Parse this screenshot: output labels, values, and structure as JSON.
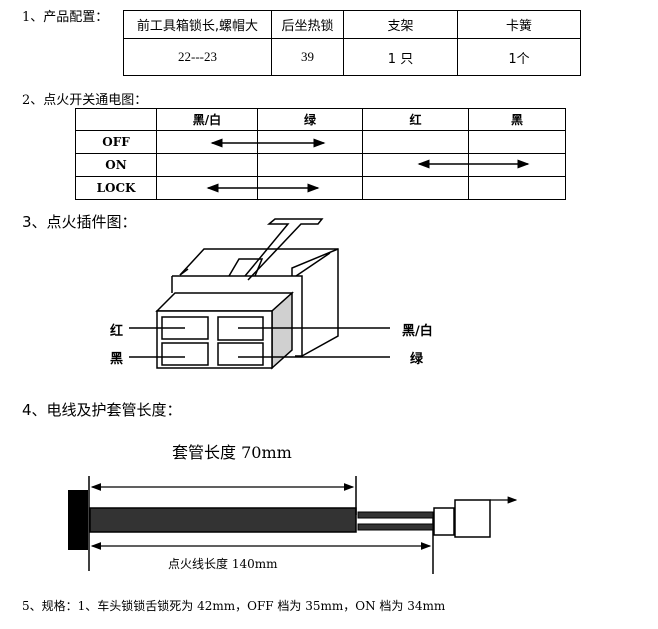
{
  "section1": {
    "title": "1、产品配置：",
    "headers": [
      "前工具箱锁长,螺帽大",
      "后坐热锁",
      "支架",
      "卡簧"
    ],
    "values": [
      "22---23",
      "39",
      "1 只",
      "1个"
    ]
  },
  "section2": {
    "title": "2、点火开关通电图：",
    "headers": [
      "",
      "黑/白",
      "绿",
      "红",
      "黑"
    ],
    "rows": [
      {
        "label": "OFF",
        "from": 1,
        "to": 2
      },
      {
        "label": "ON",
        "from": 3,
        "to": 4
      },
      {
        "label": "LOCK",
        "from": 1,
        "to": 2
      }
    ]
  },
  "section3": {
    "title": "3、点火插件图：",
    "left_labels": [
      "红",
      "黑"
    ],
    "right_labels": [
      "黑/白",
      "绿"
    ]
  },
  "section4": {
    "title": "4、电线及护套管长度：",
    "sleeve_label": "套管长度 70mm",
    "wire_label": "点火线长度 140mm"
  },
  "section5": {
    "text": "5、规格：1、车头锁锁舌锁死为 42mm，OFF 档为 35mm，ON 档为 34mm"
  }
}
